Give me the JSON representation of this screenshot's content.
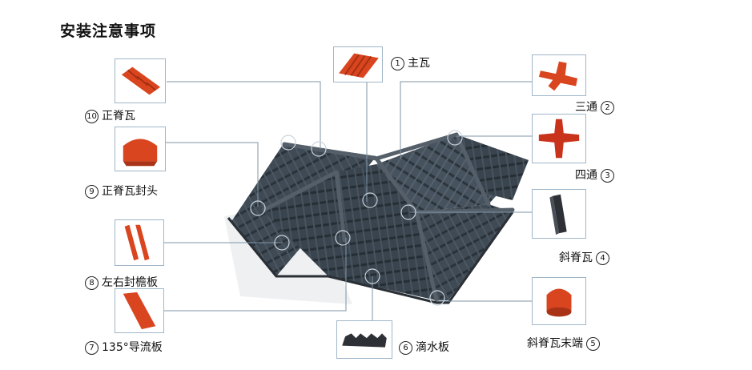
{
  "title": "安装注意事项",
  "parts": [
    {
      "num": "1",
      "name": "主瓦"
    },
    {
      "num": "2",
      "name": "三通"
    },
    {
      "num": "3",
      "name": "四通"
    },
    {
      "num": "4",
      "name": "斜脊瓦"
    },
    {
      "num": "5",
      "name": "斜脊瓦末端"
    },
    {
      "num": "6",
      "name": "滴水板"
    },
    {
      "num": "7",
      "name": "135°导流板"
    },
    {
      "num": "8",
      "name": "左右封檐板"
    },
    {
      "num": "9",
      "name": "正脊瓦封头"
    },
    {
      "num": "10",
      "name": "正脊瓦"
    }
  ],
  "colors": {
    "roof": "#3e4a55",
    "roof_dark": "#2c353e",
    "tile_red": "#d9451f",
    "leader": "#7f95a7",
    "frame": "#9fb6c8"
  }
}
